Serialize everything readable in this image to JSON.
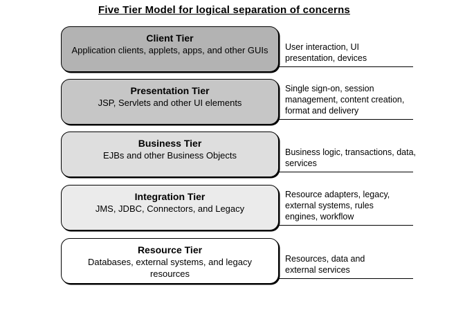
{
  "title": "Five Tier Model for logical separation of concerns",
  "colors": {
    "border": "#000000",
    "background": "#ffffff"
  },
  "tiers": [
    {
      "name": "Client Tier",
      "subtitle": "Application clients, applets, apps, and other GUIs",
      "annotation": "User interaction, UI\npresentation, devices",
      "fill": "#b3b3b3"
    },
    {
      "name": "Presentation Tier",
      "subtitle": "JSP, Servlets and other UI elements",
      "annotation": "Single sign-on, session\nmanagement, content creation,\nformat and delivery",
      "fill": "#c6c6c6"
    },
    {
      "name": "Business Tier",
      "subtitle": "EJBs and other Business Objects",
      "annotation": "Business logic, transactions, data,\nservices",
      "fill": "#dedede"
    },
    {
      "name": "Integration Tier",
      "subtitle": "JMS, JDBC, Connectors, and Legacy",
      "annotation": "Resource adapters, legacy,\nexternal systems, rules\nengines, workflow",
      "fill": "#ebebeb"
    },
    {
      "name": "Resource Tier",
      "subtitle": "Databases, external systems, and legacy\nresources",
      "annotation": "Resources, data and\nexternal services",
      "fill": "#ffffff"
    }
  ]
}
